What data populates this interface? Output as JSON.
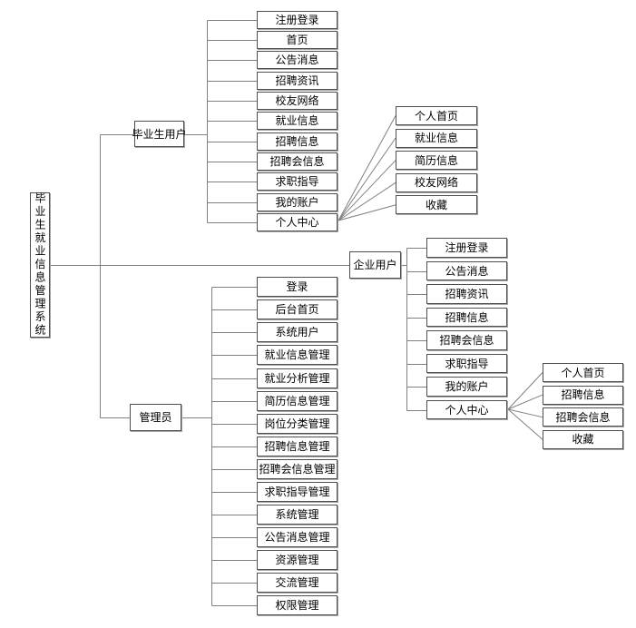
{
  "diagram": {
    "root": {
      "label": "毕业生就业信息管理系统"
    },
    "branches": [
      {
        "label": "毕业生用户",
        "children": [
          "注册登录",
          "首页",
          "公告消息",
          "招聘资讯",
          "校友网络",
          "就业信息",
          "招聘信息",
          "招聘会信息",
          "求职指导",
          "我的账户",
          "个人中心"
        ],
        "sub_parent": "个人中心",
        "sub_children": [
          "个人首页",
          "就业信息",
          "简历信息",
          "校友网络",
          "收藏"
        ]
      },
      {
        "label": "企业用户",
        "children": [
          "注册登录",
          "公告消息",
          "招聘资讯",
          "招聘信息",
          "招聘会信息",
          "求职指导",
          "我的账户",
          "个人中心"
        ],
        "sub_parent": "个人中心",
        "sub_children": [
          "个人首页",
          "招聘信息",
          "招聘会信息",
          "收藏"
        ]
      },
      {
        "label": "管理员",
        "children": [
          "登录",
          "后台首页",
          "系统用户",
          "就业信息管理",
          "就业分析管理",
          "简历信息管理",
          "岗位分类管理",
          "招聘信息管理",
          "招聘会信息管理",
          "求职指导管理",
          "系统管理",
          "公告消息管理",
          "资源管理",
          "交流管理",
          "权限管理"
        ]
      }
    ],
    "line_color": "#808080",
    "box_border_color": "#4f4f4f",
    "box_fill_color": "#ffffff"
  }
}
